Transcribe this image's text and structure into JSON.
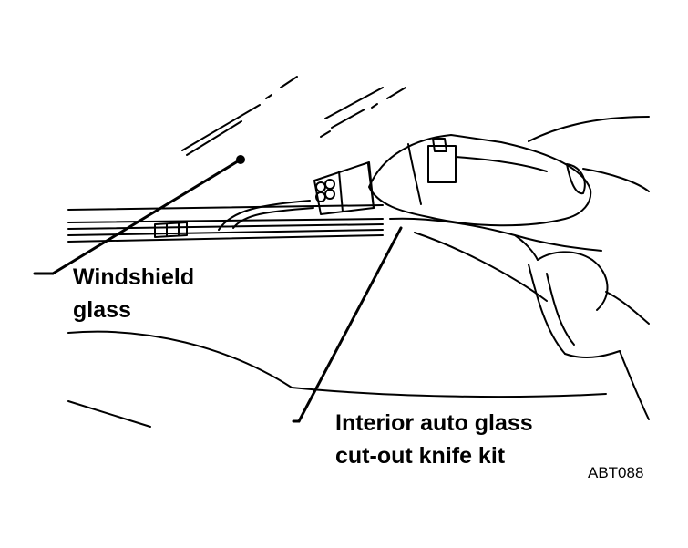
{
  "labels": {
    "windshield_line1": "Windshield",
    "windshield_line2": "glass",
    "knife_line1": "Interior auto glass",
    "knife_line2": "cut-out knife kit"
  },
  "figure_code": "ABT088",
  "colors": {
    "ink": "#000000",
    "paper": "#ffffff"
  }
}
